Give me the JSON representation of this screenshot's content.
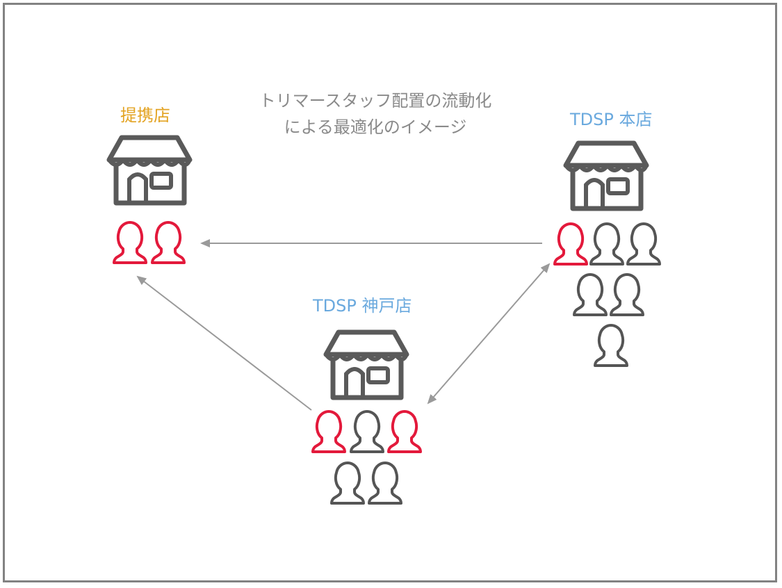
{
  "caption": {
    "line1": "トリマースタッフ配置の流動化",
    "line2": "による最適化のイメージ",
    "color": "#8a8a8a"
  },
  "stores": {
    "partner": {
      "label": "提携店",
      "label_color": "#e3a322",
      "icon": "storefront-icon"
    },
    "main": {
      "label": "TDSP 本店",
      "label_color": "#6aa9de",
      "icon": "storefront-icon"
    },
    "kobe": {
      "label": "TDSP 神戸店",
      "label_color": "#6aa9de",
      "icon": "storefront-icon"
    }
  },
  "staff": {
    "icon": "person-icon",
    "highlight_color": "#e3193b",
    "normal_color": "#555555",
    "partner_counts": {
      "highlighted": 2,
      "normal": 0
    },
    "main_counts": {
      "highlighted": 1,
      "normal": 5
    },
    "kobe_counts": {
      "highlighted": 2,
      "normal": 3
    }
  },
  "arrows": {
    "color": "#9a9a9a",
    "flows": [
      {
        "from": "main",
        "to": "partner",
        "direction": "one-way"
      },
      {
        "from": "kobe",
        "to": "partner",
        "direction": "one-way"
      },
      {
        "from": "kobe",
        "to": "main",
        "direction": "two-way"
      }
    ]
  },
  "colors": {
    "store_icon": "#5a5a5a",
    "frame_border": "#828282"
  }
}
